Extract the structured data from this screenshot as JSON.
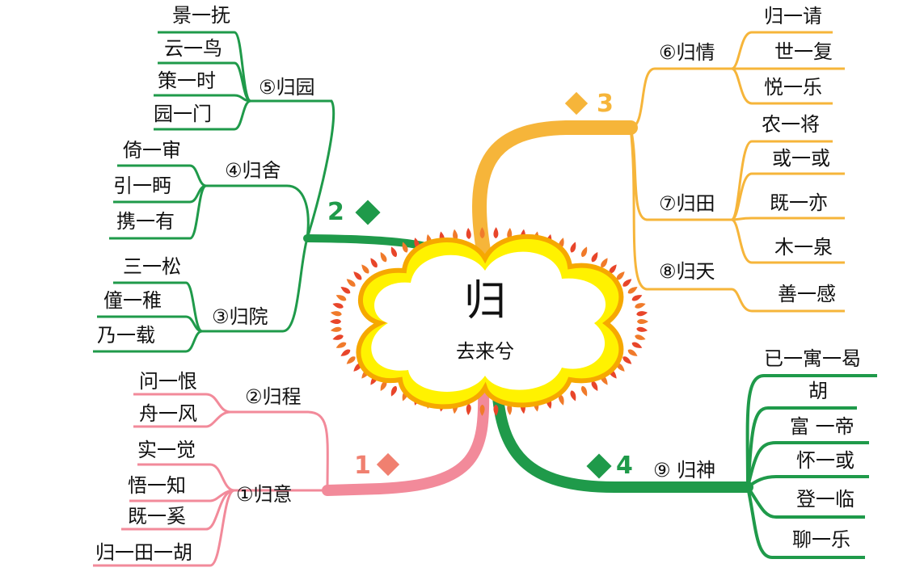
{
  "center": {
    "title": "归",
    "subtitle": "去来兮"
  },
  "colors": {
    "pink": "#f28a9a",
    "orange": "#f6b53a",
    "green": "#1f9a4a",
    "diamond_pink": "#f08070"
  },
  "branches": [
    {
      "label": "1",
      "color": "pink",
      "topics": [
        {
          "label": "②归程",
          "items": [
            "问一恨",
            "舟一风"
          ]
        },
        {
          "label": "①归意",
          "items": [
            "实一觉",
            "悟一知",
            "既一奚",
            "归一田一胡"
          ]
        }
      ]
    },
    {
      "label": "2",
      "color": "green",
      "topics": [
        {
          "label": "⑤归园",
          "items": [
            "景一抚",
            "云一鸟",
            "策一时",
            "园一门"
          ]
        },
        {
          "label": "④归舍",
          "items": [
            "倚一审",
            "引一眄",
            "携一有"
          ]
        },
        {
          "label": "③归院",
          "items": [
            "三一松",
            "僮一稚",
            "乃一载"
          ]
        }
      ]
    },
    {
      "label": "3",
      "color": "orange",
      "topics": [
        {
          "label": "⑥归情",
          "items": [
            "归一请",
            "世一复",
            "悦一乐"
          ]
        },
        {
          "label": "⑦归田",
          "items": [
            "农一将",
            "或一或",
            "既一亦",
            "木一泉"
          ]
        },
        {
          "label": "⑧归天",
          "items": [
            "善一感"
          ]
        }
      ]
    },
    {
      "label": "4",
      "color": "green",
      "topics": [
        {
          "label": "⑨ 归神",
          "items": [
            "已一寓一曷",
            "胡",
            "富 一帝",
            "怀一或",
            "登一临",
            "聊一乐"
          ]
        }
      ]
    }
  ]
}
